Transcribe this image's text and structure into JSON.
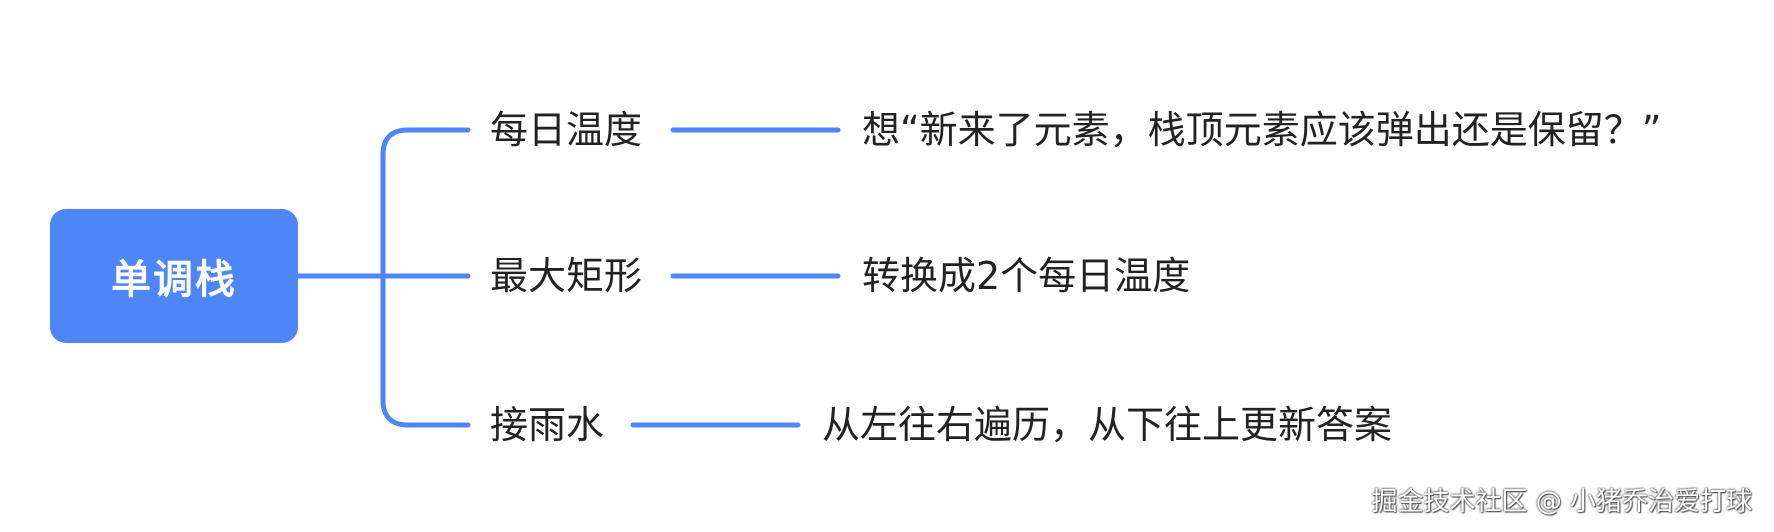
{
  "root": {
    "label": "单调栈"
  },
  "branches": [
    {
      "label": "每日温度",
      "detail": "想“新来了元素，栈顶元素应该弹出还是保留？”"
    },
    {
      "label": "最大矩形",
      "detail": "转换成2个每日温度"
    },
    {
      "label": "接雨水",
      "detail": "从左往右遍历，从下往上更新答案"
    }
  ],
  "watermark": "掘金技术社区 @ 小猪乔治爱打球",
  "colors": {
    "node_fill": "#4f86f7",
    "connector": "#4f86f7",
    "text": "#222222"
  }
}
